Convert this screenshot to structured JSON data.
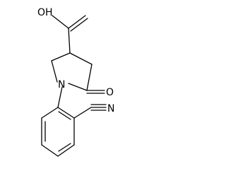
{
  "atoms": {
    "hydroxyl": "OH",
    "ring_nitrogen": "N",
    "carbonyl_oxygen": "O",
    "nitrile_nitrogen": "N"
  },
  "colors": {
    "bond": "#000000",
    "background": "#ffffff"
  }
}
